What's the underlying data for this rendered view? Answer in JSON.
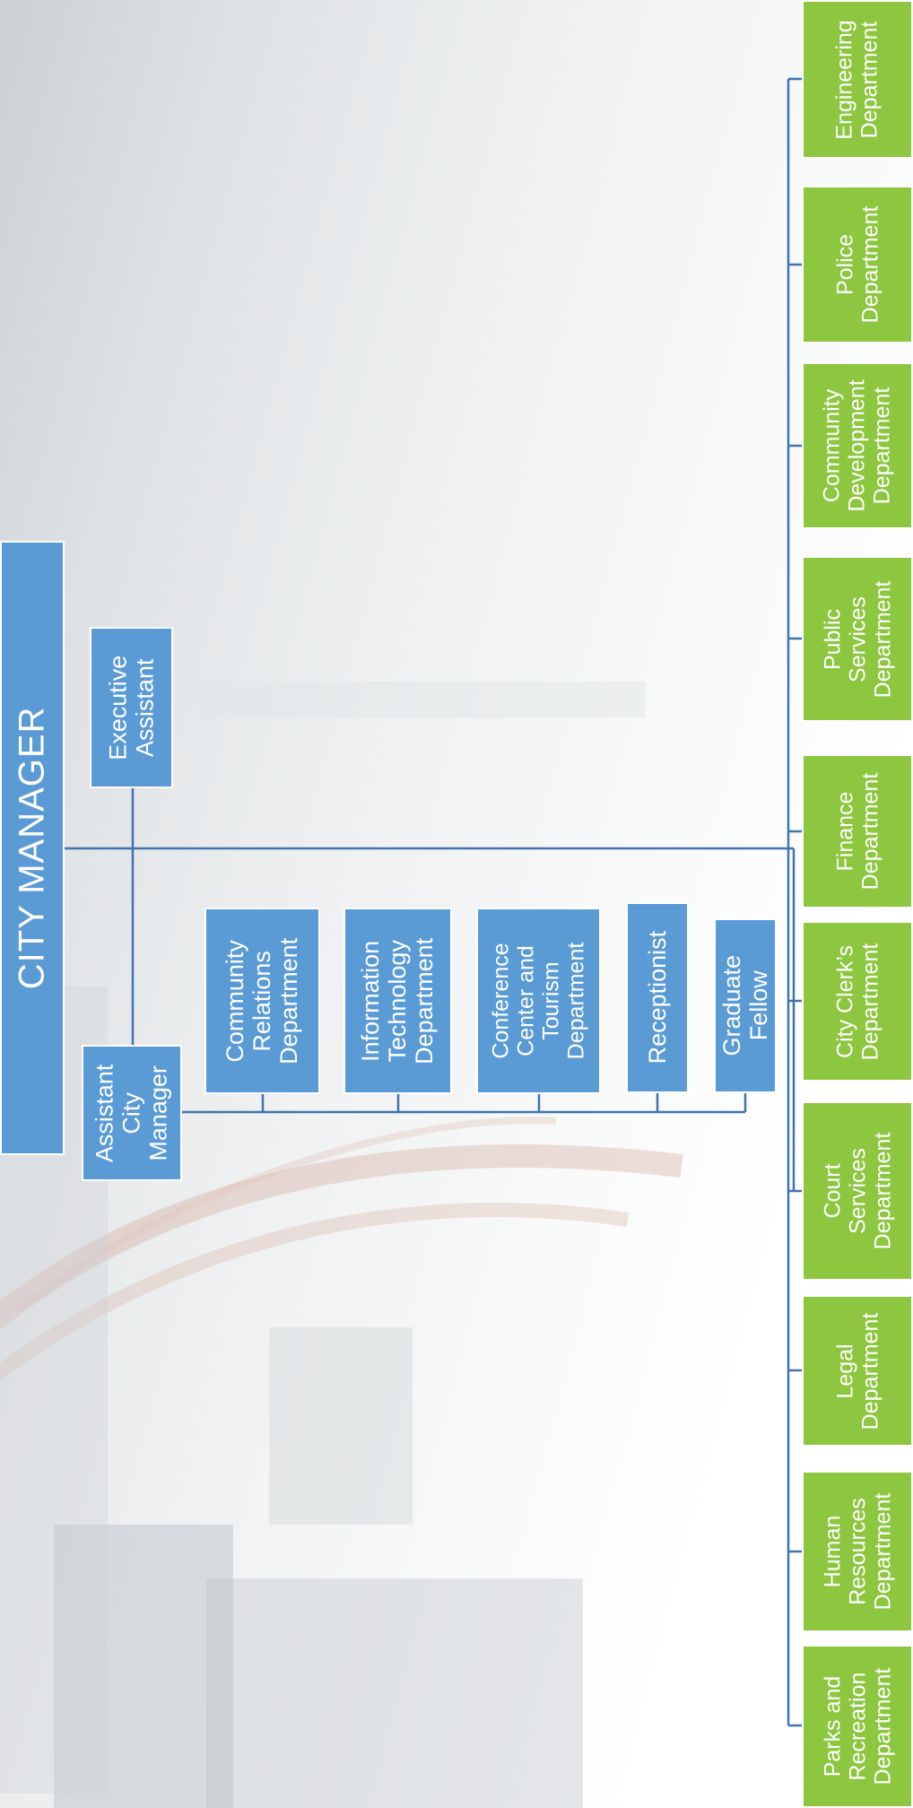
{
  "org_chart": {
    "top": "CITY MANAGER",
    "executive_assistant": "Executive\nAssistant",
    "assistant_city_manager": "Assistant\nCity\nManager",
    "acm_reports": [
      "Community\nRelations\nDepartment",
      "Information\nTechnology\nDepartment",
      "Conference\nCenter and\nTourism\nDepartment",
      "Receptionist",
      "Graduate\nFellow"
    ],
    "departments": [
      "Parks and\nRecreation\nDepartment",
      "Human\nResources\nDepartment",
      "Legal\nDepartment",
      "Court Services\nDepartment",
      "City Clerk’s\nDepartment",
      "Finance\nDepartment",
      "Public Services\nDepartment",
      "Community\nDevelopment\nDepartment",
      "Police\nDepartment",
      "Engineering\nDepartment"
    ]
  },
  "colors": {
    "blue_box": "#5b9bd5",
    "green_box": "#8dc63f",
    "connector": "#3f74b0"
  }
}
